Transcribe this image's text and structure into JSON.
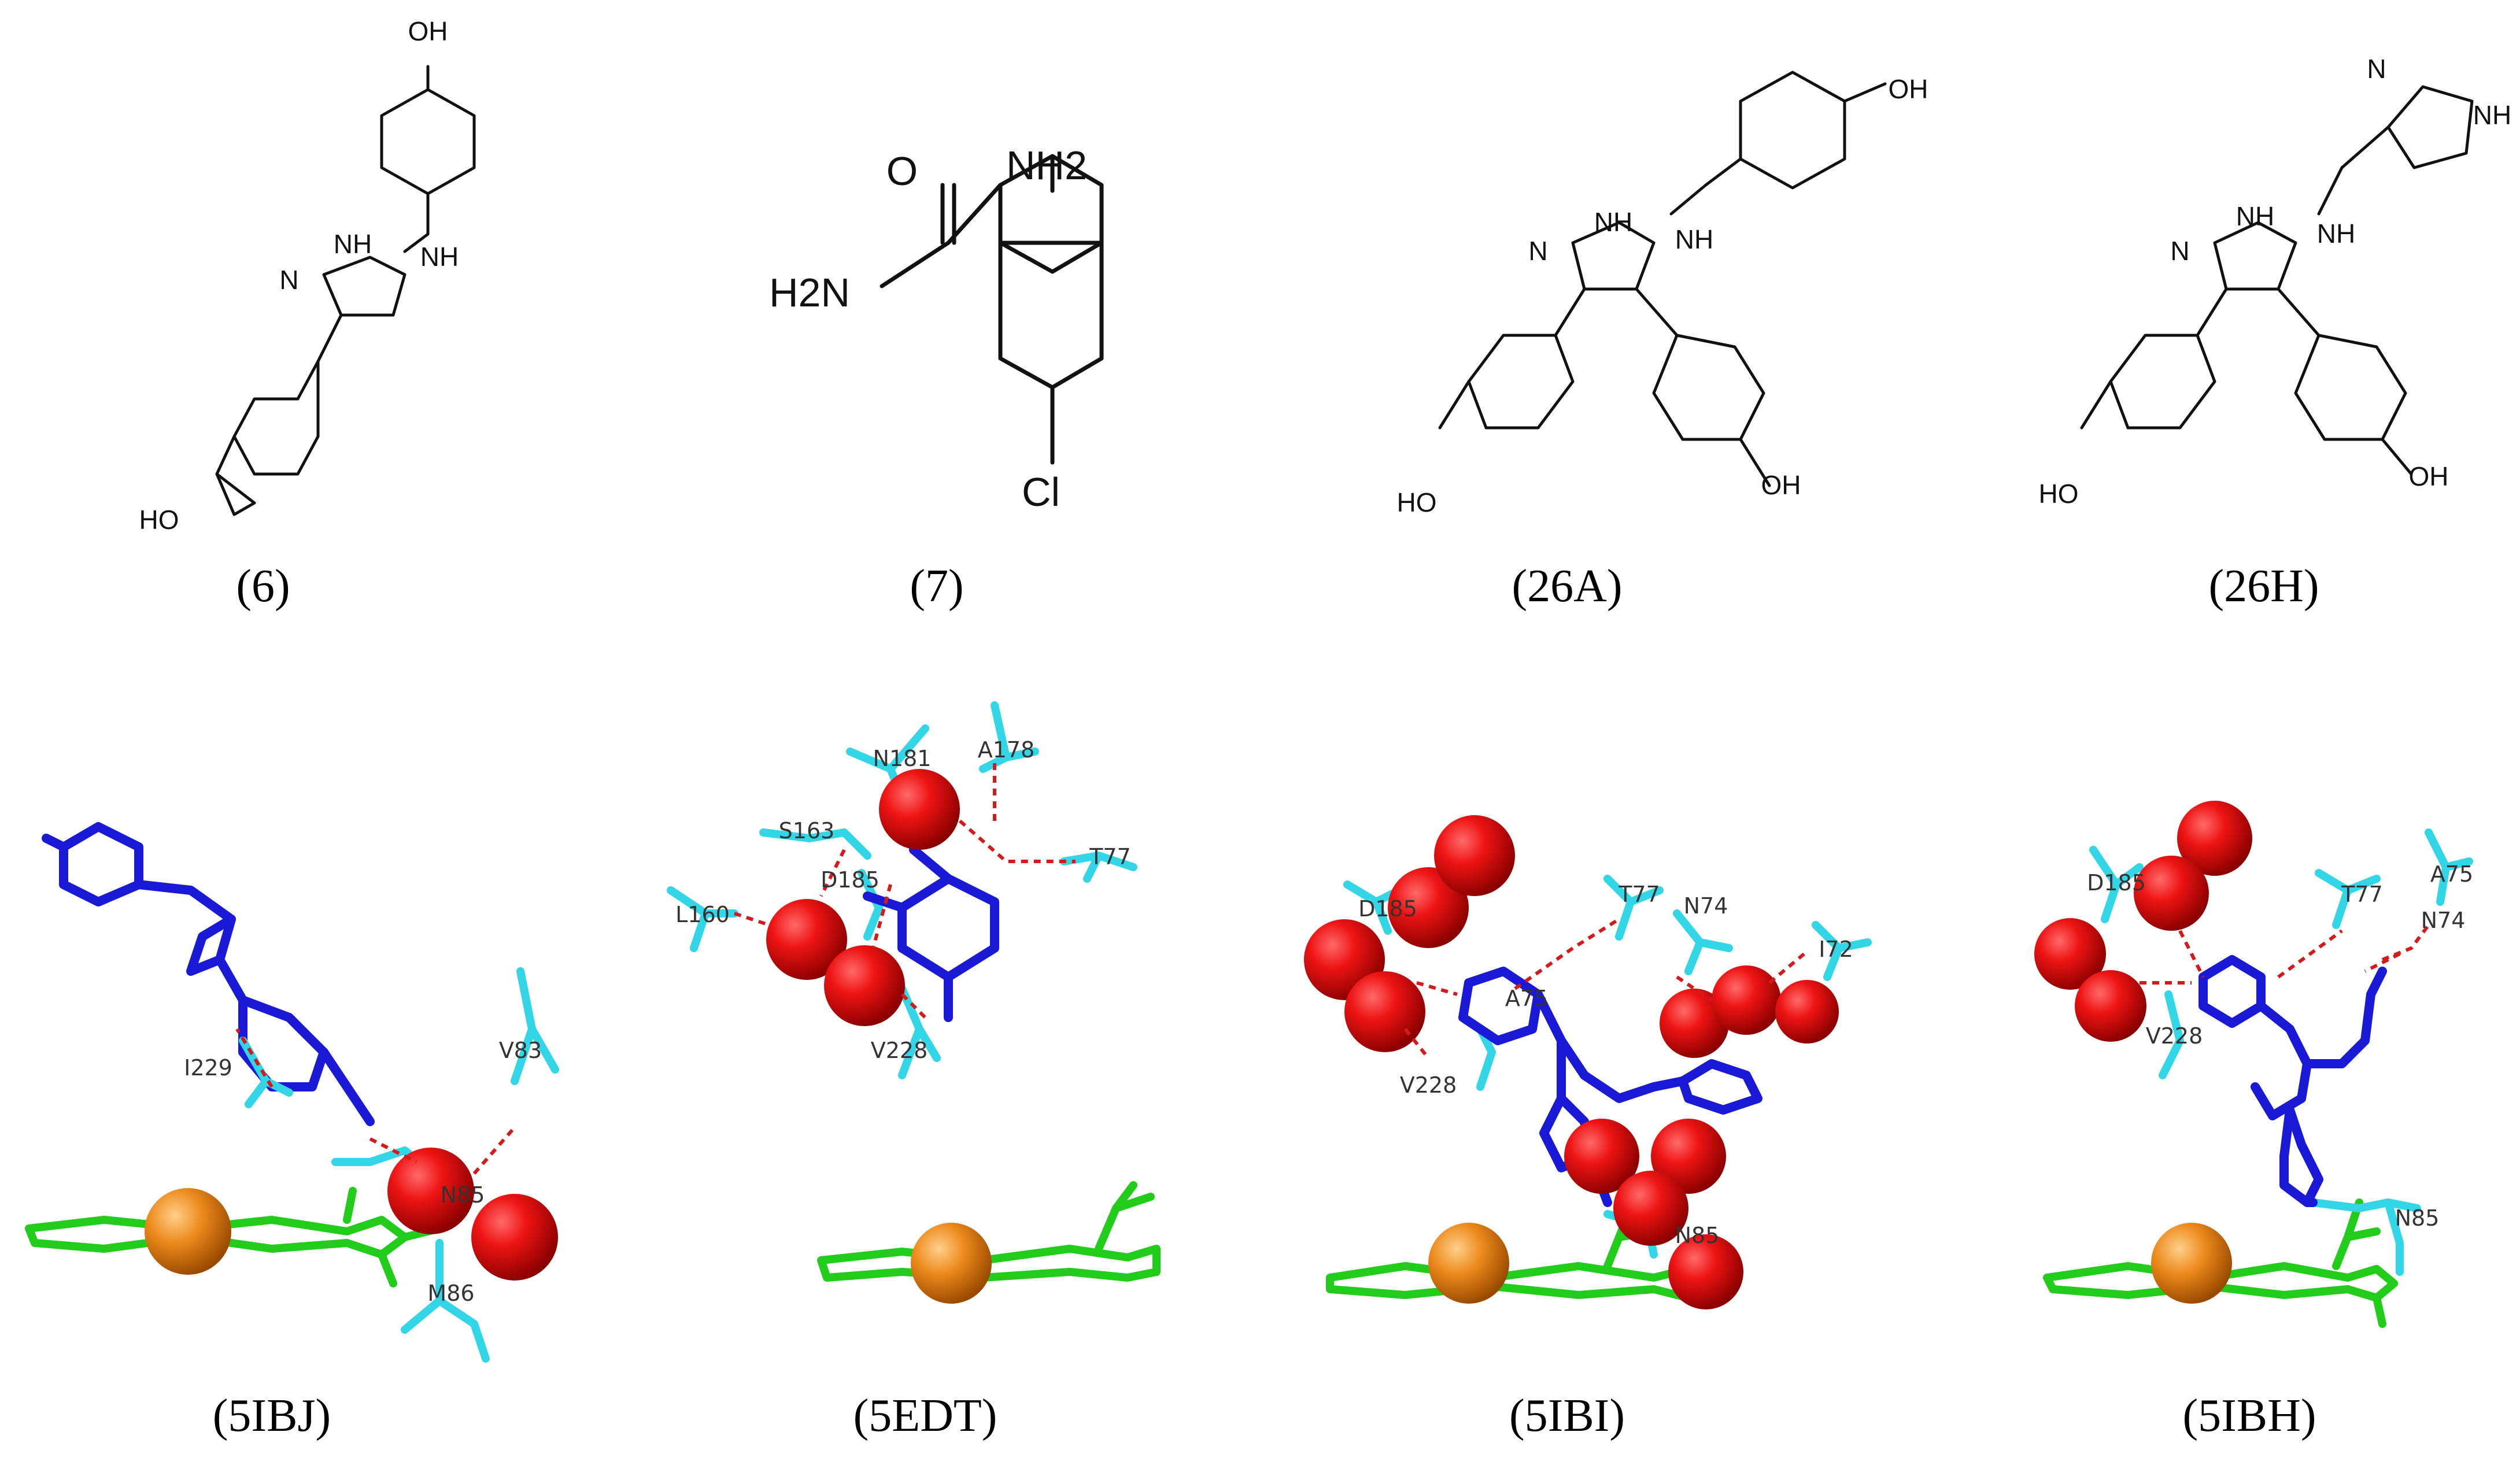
{
  "structures": [
    {
      "caption": "(6)",
      "atoms": [
        "OH",
        "NH",
        "N",
        "NH",
        "HO"
      ]
    },
    {
      "caption": "(7)",
      "atoms": [
        "O",
        "NH2",
        "H2N",
        "Cl"
      ]
    },
    {
      "caption": "(26A)",
      "atoms": [
        "OH",
        "NH",
        "N",
        "NH",
        "HO",
        "OH"
      ]
    },
    {
      "caption": "(26H)",
      "atoms": [
        "N",
        "NH",
        "NH",
        "N",
        "NH",
        "HO",
        "OH"
      ]
    }
  ],
  "complexes": [
    {
      "caption": "(5IBJ)",
      "residues": [
        "I229",
        "V83",
        "N85",
        "M86"
      ]
    },
    {
      "caption": "(5EDT)",
      "residues": [
        "N181",
        "A178",
        "S163",
        "T77",
        "D185",
        "L160",
        "V228"
      ]
    },
    {
      "caption": "(5IBI)",
      "residues": [
        "D185",
        "T77",
        "N74",
        "I72",
        "A75",
        "V228",
        "N85"
      ]
    },
    {
      "caption": "(5IBH)",
      "residues": [
        "D185",
        "T77",
        "A75",
        "N74",
        "V228",
        "N85"
      ]
    }
  ],
  "colors": {
    "ligand": "#1a1ad6",
    "residue": "#33d6e6",
    "heme": "#22cc1a",
    "iron": "#e08a1e",
    "water": "#e01010",
    "hbond": "#d41a1a"
  }
}
